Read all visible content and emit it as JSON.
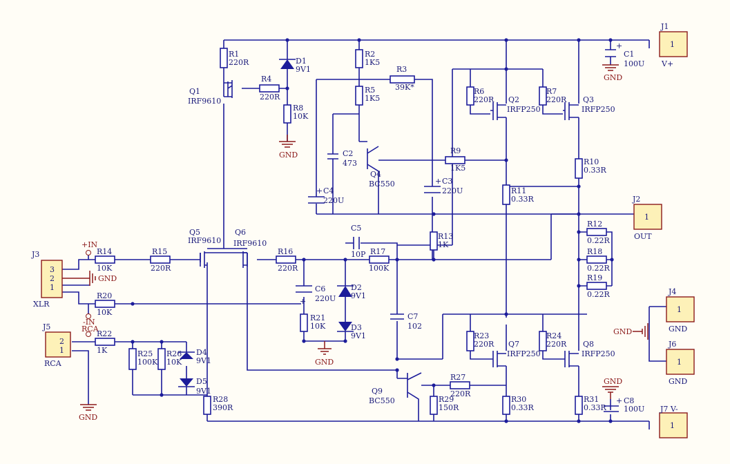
{
  "connectors": {
    "j1": "J1",
    "j1_pin": "1",
    "j1_net": "V+",
    "j2": "J2",
    "j2_pin": "1",
    "j2_net": "OUT",
    "j3": "J3",
    "j3_pin1": "3",
    "j3_pin2": "2",
    "j3_pin3": "1",
    "j3_name": "XLR",
    "j4": "J4",
    "j4_pin": "1",
    "j4_net": "GND",
    "j5": "J5",
    "j5_pin1": "2",
    "j5_pin2": "1",
    "j5_name": "RCA",
    "j6": "J6",
    "j6_pin": "1",
    "j6_net": "GND",
    "j7": "J7 V-",
    "j7_pin": "1"
  },
  "nets": {
    "plus_in": "+IN",
    "minus_in": "-IN",
    "rca": "RCA",
    "gnd": "GND"
  },
  "resistors": {
    "r1": "R1",
    "r1v": "220R",
    "r2": "R2",
    "r2v": "1K5",
    "r3": "R3",
    "r3v": "39K*",
    "r4": "R4",
    "r4v": "220R",
    "r5": "R5",
    "r5v": "1K5",
    "r6": "R6",
    "r6v": "220R",
    "r7": "R7",
    "r7v": "220R",
    "r8": "R8",
    "r8v": "10K",
    "r9": "R9",
    "r9v": "1K5",
    "r10": "R10",
    "r10v": "0.33R",
    "r11": "R11",
    "r11v": "0.33R",
    "r12": "R12",
    "r12v": "0.22R",
    "r13": "R13",
    "r13v": "1K",
    "r14": "R14",
    "r14v": "10K",
    "r15": "R15",
    "r15v": "220R",
    "r16": "R16",
    "r16v": "220R",
    "r17": "R17",
    "r17v": "100K",
    "r18": "R18",
    "r18v": "0.22R",
    "r19": "R19",
    "r19v": "0.22R",
    "r20": "R20",
    "r20v": "10K",
    "r21": "R21",
    "r21v": "10K",
    "r22": "R22",
    "r22v": "1K",
    "r23": "R23",
    "r23v": "220R",
    "r24": "R24",
    "r24v": "220R",
    "r25": "R25",
    "r25v": "100K",
    "r26": "R26",
    "r26v": "10K",
    "r27": "R27",
    "r27v": "220R",
    "r28": "R28",
    "r28v": "390R",
    "r29": "R29",
    "r29v": "150R",
    "r30": "R30",
    "r30v": "0.33R",
    "r31": "R31",
    "r31v": "0.33R"
  },
  "capacitors": {
    "c1": "C1",
    "c1v": "100U",
    "c2": "C2",
    "c2v": "473",
    "c3": "C3",
    "c3v": "220U",
    "c4": "C4",
    "c4v": "220U",
    "c5": "C5",
    "c5v": "10P",
    "c6": "C6",
    "c6v": "220U",
    "c7": "C7",
    "c7v": "102",
    "c8": "C8",
    "c8v": "100U",
    "plus": "+"
  },
  "diodes": {
    "d1": "D1",
    "d1v": "9V1",
    "d2": "D2",
    "d2v": "9V1",
    "d3": "D3",
    "d3v": "9V1",
    "d4": "D4",
    "d4v": "9V1",
    "d5": "D5",
    "d5v": "9V1"
  },
  "transistors": {
    "q1": "Q1",
    "q1v": "IRF9610",
    "q2": "Q2",
    "q2v": "IRFP250",
    "q3": "Q3",
    "q3v": "IRFP250",
    "q4": "Q4",
    "q4v": "BC550",
    "q5": "Q5",
    "q5v": "IRF9610",
    "q6": "Q6",
    "q6v": "IRF9610",
    "q7": "Q7",
    "q7v": "IRFP250",
    "q8": "Q8",
    "q8v": "IRFP250",
    "q9": "Q9",
    "q9v": "BC550"
  }
}
